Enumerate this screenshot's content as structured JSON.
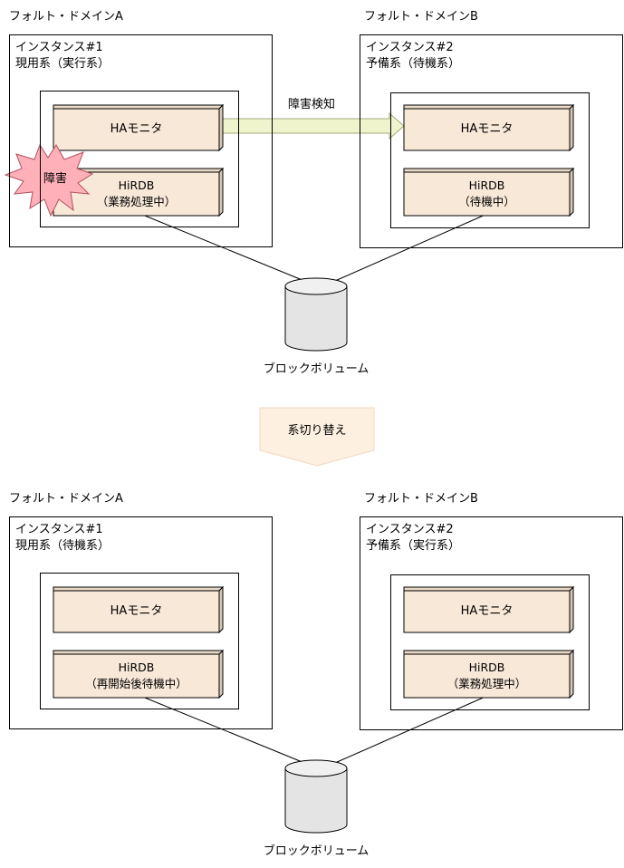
{
  "colors": {
    "component_fill": "#f8e8d8",
    "component_side": "#d8c8b4",
    "arrow_fill": "#f0f4cc",
    "arrow_stroke": "#a4a87c",
    "burst_fill": "#ffb0b8",
    "burst_stroke": "#b0505c",
    "drum_fill": "#e4e4e4",
    "switch_fill": "#fdf0e0"
  },
  "icons": {
    "failure": "burst-icon",
    "storage": "cylinder-icon",
    "switchover": "chevron-down-arrow"
  },
  "top": {
    "domain_a": "フォルト・ドメインA",
    "domain_b": "フォルト・ドメインB",
    "inst1": {
      "title": "インスタンス#1",
      "role": "現用系（実行系）",
      "ha_label": "HAモニタ",
      "db_name": "HiRDB",
      "db_status": "（業務処理中）"
    },
    "inst2": {
      "title": "インスタンス#2",
      "role": "予備系（待機系）",
      "ha_label": "HAモニタ",
      "db_name": "HiRDB",
      "db_status": "（待機中）"
    },
    "failure_label": "障害",
    "detect_label": "障害検知",
    "storage_label": "ブロックボリューム"
  },
  "switchover_label": "系切り替え",
  "bottom": {
    "domain_a": "フォルト・ドメインA",
    "domain_b": "フォルト・ドメインB",
    "inst1": {
      "title": "インスタンス#1",
      "role": "現用系（待機系）",
      "ha_label": "HAモニタ",
      "db_name": "HiRDB",
      "db_status": "（再開始後待機中）"
    },
    "inst2": {
      "title": "インスタンス#2",
      "role": "予備系（実行系）",
      "ha_label": "HAモニタ",
      "db_name": "HiRDB",
      "db_status": "（業務処理中）"
    },
    "storage_label": "ブロックボリューム"
  }
}
